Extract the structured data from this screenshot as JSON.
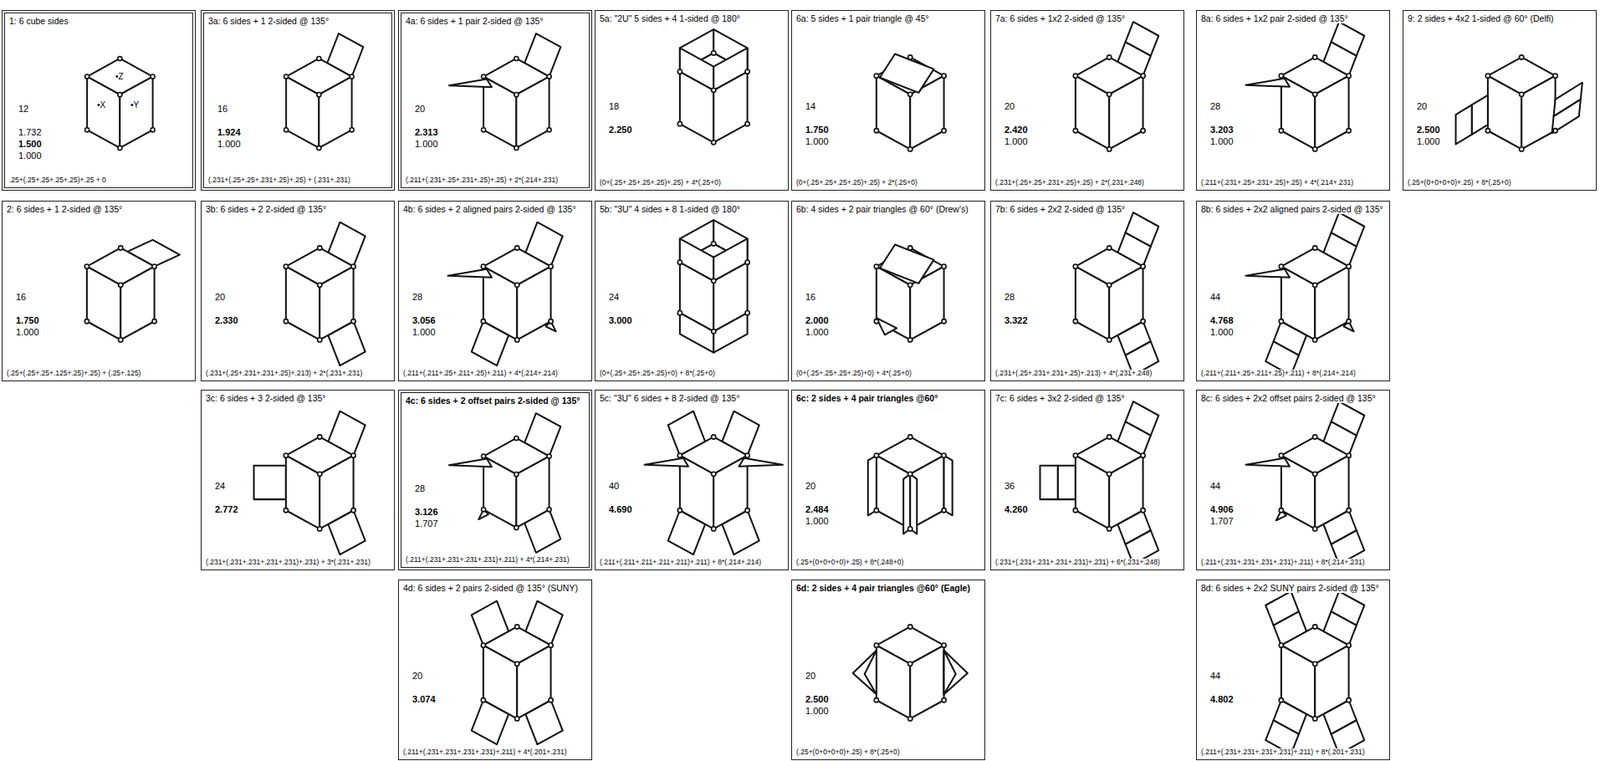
{
  "diagram": {
    "nodes": [
      {
        "text": [
          "1: 6 cube sides",
          "12",
          "1.732",
          "1.500",
          "1.000",
          ".25+(.25+.25+.25+.25)+.25 + 0"
        ]
      },
      {
        "text": [
          "3a: 6 sides + 1 2-sided @ 135°",
          "16",
          "1.924",
          "1.000",
          "(.231+(.25+.25+.231+.25)+.25) + (.231+.231)"
        ]
      },
      {
        "text": [
          "4a: 6 sides + 1 pair 2-sided @ 135°",
          "20",
          "2.313",
          "1.000",
          "(.211+(.231+.25+.231+.25)+.25) + 2*(.214+.231)"
        ]
      },
      {
        "text": [
          "5a: \"2U\" 5 sides + 4 1-sided @ 180°",
          "18",
          "2.250",
          "(0+(.25+.25+.25+.25)+.25) + 4*(.25+0)"
        ]
      },
      {
        "text": [
          "6a: 5 sides + 1 pair triangle @ 45°",
          "14",
          "1.750",
          "1.000",
          "(0+(.25+.25+.25+.25)+.25) + 2*(.25+0)"
        ]
      },
      {
        "text": [
          "7a: 6 sides + 1x2 2-sided @ 135°",
          "20",
          "2.420",
          "1.000",
          "(.231+(.25+.25+.231+.25)+.25) + 2*(.231+.248)"
        ]
      },
      {
        "text": [
          "8a: 6 sides + 1x2 pair 2-sided @ 135°",
          "28",
          "3.203",
          "1.000",
          "(.211+(.231+.25+.231+.25)+.25) + 4*(.214+.231)"
        ]
      },
      {
        "text": [
          "9: 2 sides + 4x2 1-sided @ 60° (Delfi)",
          "20",
          "2.500",
          "1.000",
          "(.25+(0+0+0+0)+.25) + 8*(.25+0)"
        ]
      },
      {
        "text": [
          "2: 6 sides + 1 2-sided @ 135°",
          "16",
          "1.750",
          "1.000",
          "(.25+(.25+.25+.125+.25)+.25) + (.25+.125)"
        ]
      },
      {
        "text": [
          "3b: 6 sides + 2 2-sided @ 135°",
          "20",
          "2.330",
          "(.231+(.25+.231+.231+.25)+.213) + 2*(.231+.231)"
        ]
      },
      {
        "text": [
          "4b: 6 sides + 2 aligned pairs 2-sided @ 135°",
          "28",
          "3.056",
          "1.000",
          "(.211+(.211+.25+.211+.25)+.211) + 4*(.214+.214)"
        ]
      },
      {
        "text": [
          "5b: \"3U\" 4 sides + 8 1-sided @ 180°",
          "24",
          "3.000",
          "(0+(.25+.25+.25+.25)+0) + 8*(.25+0)"
        ]
      },
      {
        "text": [
          "6b: 4 sides + 2 pair triangles @ 60° (Drew's)",
          "16",
          "2.000",
          "1.000",
          "(0+(.25+.25+.25+.25)+0) + 4*(.25+0)"
        ]
      },
      {
        "text": [
          "7b: 6 sides + 2x2 2-sided @ 135°",
          "28",
          "3.322",
          "(.231+(.25+.231+.231+.25)+.213) + 4*(.231+.248)"
        ]
      },
      {
        "text": [
          "8b: 6 sides + 2x2 aligned pairs 2-sided @ 135°",
          "44",
          "4.768",
          "1.000",
          "(.211+(.211+.25+.211+.25)+.211) + 8*(.214+.214)"
        ]
      },
      {
        "text": [
          "3c: 6 sides + 3 2-sided @ 135°",
          "24",
          "2.772",
          "(.231+(.231+.231+.231+.231)+.231) + 3*(.231+.231)"
        ]
      },
      {
        "text": [
          "4c: 6 sides + 2 offset pairs 2-sided @ 135°",
          "28",
          "3.126",
          "1.707",
          "(.211+(.231+.231+.231+.231)+.211) + 4*(.214+.231)"
        ]
      },
      {
        "text": [
          "5c: \"3U\" 6 sides + 8 2-sided @ 135°",
          "40",
          "4.690",
          "(.211+(.211+.211+.211+.211)+.211) + 8*(.214+.214)"
        ]
      },
      {
        "text": [
          "6c: 2 sides + 4 pair triangles @60°",
          "20",
          "2.484",
          "1.000",
          "(.25+(0+0+0+0)+.25) + 8*(.248+0)"
        ]
      },
      {
        "text": [
          "7c: 6 sides + 3x2 2-sided @ 135°",
          "36",
          "4.260",
          "(.231+(.231+.231+.231+.231)+.231) + 6*(.231+.248)"
        ]
      },
      {
        "text": [
          "8c: 6 sides + 2x2 offset pairs 2-sided @ 135°",
          "44",
          "4.906",
          "1.707",
          "(.211+(.231+.231+.231+.231)+.211) + 8*(.214+.231)"
        ]
      },
      {
        "text": [
          "4d: 6 sides + 2 pairs 2-sided @ 135° (SUNY)",
          "20",
          "3.074",
          "(.211+(.231+.231+.231+.231)+.211) + 4*(.201+.231)"
        ]
      },
      {
        "text": [
          "6d: 2 sides + 4 pair triangles @60° (Eagle)",
          "20",
          "2.500",
          "1.000",
          "(.25+(0+0+0+0)+.25) + 8*(.25+0)"
        ]
      },
      {
        "text": [
          "8d: 6 sides + 2x2 SUNY pairs 2-sided @ 135°",
          "44",
          "4.802",
          "(.211+(.231+.231+.231+.231)+.211) + 8*(.201+.231)"
        ]
      }
    ],
    "labels": [
      "•Z",
      "•X",
      "•Y"
    ]
  }
}
